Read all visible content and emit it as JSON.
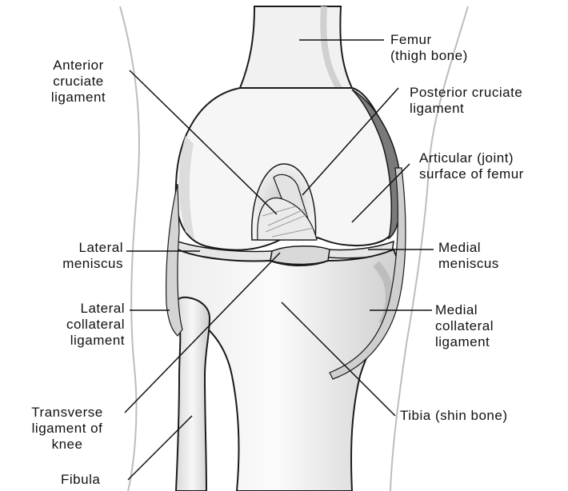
{
  "labels": {
    "femur": [
      "Femur",
      "(thigh bone)"
    ],
    "acl": [
      "Anterior",
      "cruciate",
      "ligament"
    ],
    "pcl": [
      "Posterior cruciate",
      "ligament"
    ],
    "articular": [
      "Articular (joint)",
      "surface of femur"
    ],
    "lateral_meniscus": [
      "Lateral",
      "meniscus"
    ],
    "medial_meniscus": [
      "Medial",
      "meniscus"
    ],
    "lateral_collateral": [
      "Lateral",
      "collateral",
      "ligament"
    ],
    "medial_collateral": [
      "Medial",
      "collateral",
      "ligament"
    ],
    "transverse": [
      "Transverse",
      "ligament of",
      "knee"
    ],
    "tibia": [
      "Tibia (shin bone)"
    ],
    "fibula": [
      "Fibula"
    ]
  },
  "colors": {
    "bone": "#f4f4f4",
    "bone_shade": "#d6d6d6",
    "cartilage_dark": "#8a8a8a",
    "outline": "#1a1a1a",
    "skin_outline": "#bdbdbd"
  }
}
